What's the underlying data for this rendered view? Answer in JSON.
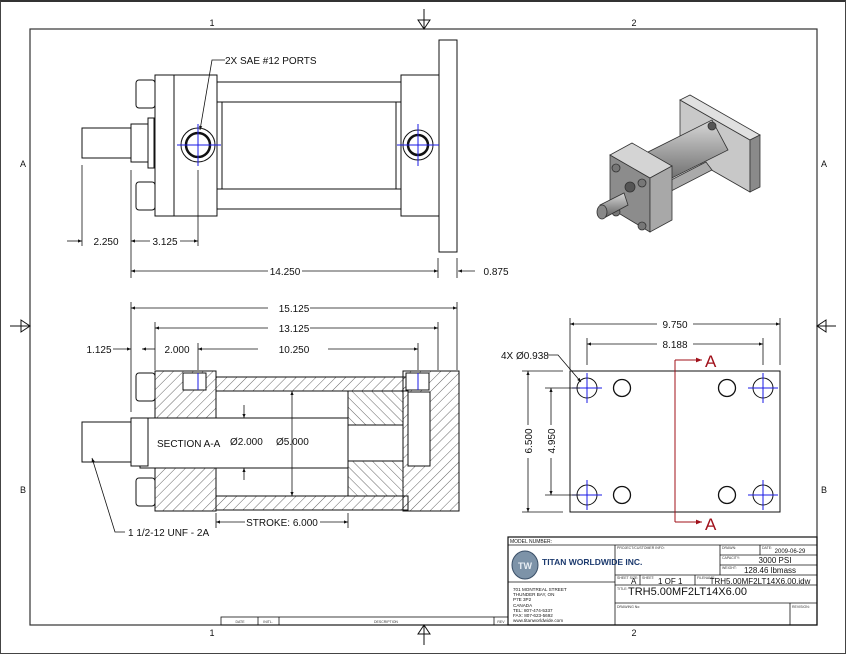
{
  "sheet": {
    "zone_columns": [
      "1",
      "2"
    ],
    "zone_rows": [
      "A",
      "B"
    ]
  },
  "top_view": {
    "port_note": "2X SAE #12 PORTS",
    "dims": {
      "rod_ext": "2.250",
      "port_loc": "3.125",
      "overall": "14.250",
      "flange": "0.875"
    }
  },
  "section_view": {
    "label": "SECTION A-A",
    "rod_dia": "Ø2.000",
    "bore_dia": "Ø5.000",
    "thread_note": "1 1/2-12 UNF - 2A",
    "dims": {
      "overall": "15.125",
      "body": "13.125",
      "rod_offset": "1.125",
      "port_offset": "2.000",
      "port_spacing": "10.250",
      "stroke": "STROKE: 6.000"
    }
  },
  "flange_view": {
    "hole_note": "4X Ø0.938",
    "dims": {
      "width": "9.750",
      "hole_spacing_x": "8.188",
      "height": "6.500",
      "hole_spacing_y": "4.950"
    },
    "section_marker": "A"
  },
  "title_block": {
    "model_number_label": "MODEL NUMBER:",
    "company_name": "TITAN WORLDWIDE INC.",
    "company_logo_letters": "TW",
    "address_lines": [
      "701 MONTREAL STREET",
      "THUNDER BAY, ON",
      "P7E 3P2",
      "CANADA",
      "TEL: 807-474-5337",
      "FAX: 807-623-5692",
      "www.titanworldwide.com"
    ],
    "project_label": "PROJECT/CUSTOMER INFO:",
    "drawn_label": "DRAWN:",
    "date_label": "DATE:",
    "date_value": "2009-06-29",
    "capacity_label": "CAPACITY:",
    "capacity_value": "3000 PSI",
    "weight_label": "WEIGHT:",
    "weight_value": "128.46 lbmass",
    "sheet_size_label": "SHEET SIZE:",
    "sheet_size_value": "A",
    "sheet_label": "SHEET:",
    "sheet_value": "1  OF  1",
    "filename_label": "FILENAME:",
    "filename_value": "TRH5.00MF2LT14X6.00.idw",
    "title_label": "TITLE:",
    "title_value": "TRH5.00MF2LT14X6.00",
    "drawing_no_label": "DRAWING No:",
    "revision_label": "REVISION:"
  },
  "revision_block": {
    "date_label": "DATE",
    "initials_label": "INITL.",
    "description_label": "DESCRIPTION",
    "rev_label": "REV"
  },
  "colors": {
    "centerline": "#1a1ae6",
    "section_marker": "#a0101a",
    "line": "#111111"
  }
}
